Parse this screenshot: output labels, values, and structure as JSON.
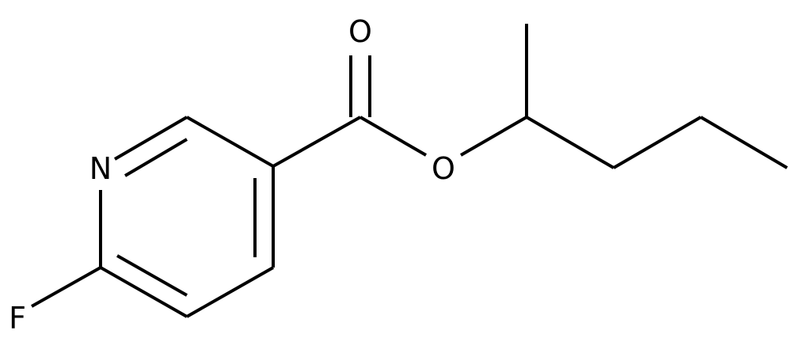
{
  "molecule": {
    "atoms": {
      "N": "N",
      "F": "F",
      "O_carbonyl": "O",
      "O_ester": "O"
    }
  },
  "colors": {
    "ink": "#000000",
    "background": "#ffffff"
  }
}
